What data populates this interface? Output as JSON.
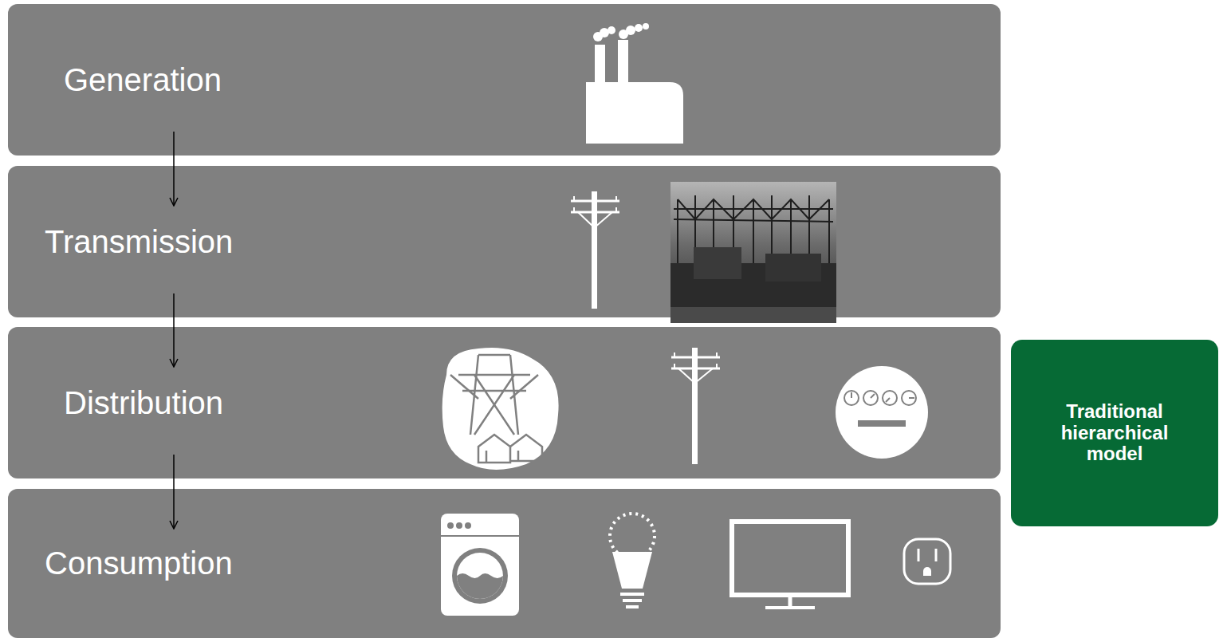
{
  "diagram": {
    "nodes": [
      {
        "text": [
          "Generation"
        ]
      },
      {
        "text": [
          "Transmission"
        ]
      },
      {
        "text": [
          "Distribution"
        ]
      },
      {
        "text": [
          "Consumption"
        ]
      },
      {
        "text": [
          "Traditional hierarchical model"
        ]
      }
    ],
    "edges": [
      {
        "from": 0,
        "to": 1,
        "arrow": "to"
      },
      {
        "from": 1,
        "to": 2,
        "arrow": "to"
      },
      {
        "from": 2,
        "to": 3,
        "arrow": "to"
      }
    ]
  }
}
